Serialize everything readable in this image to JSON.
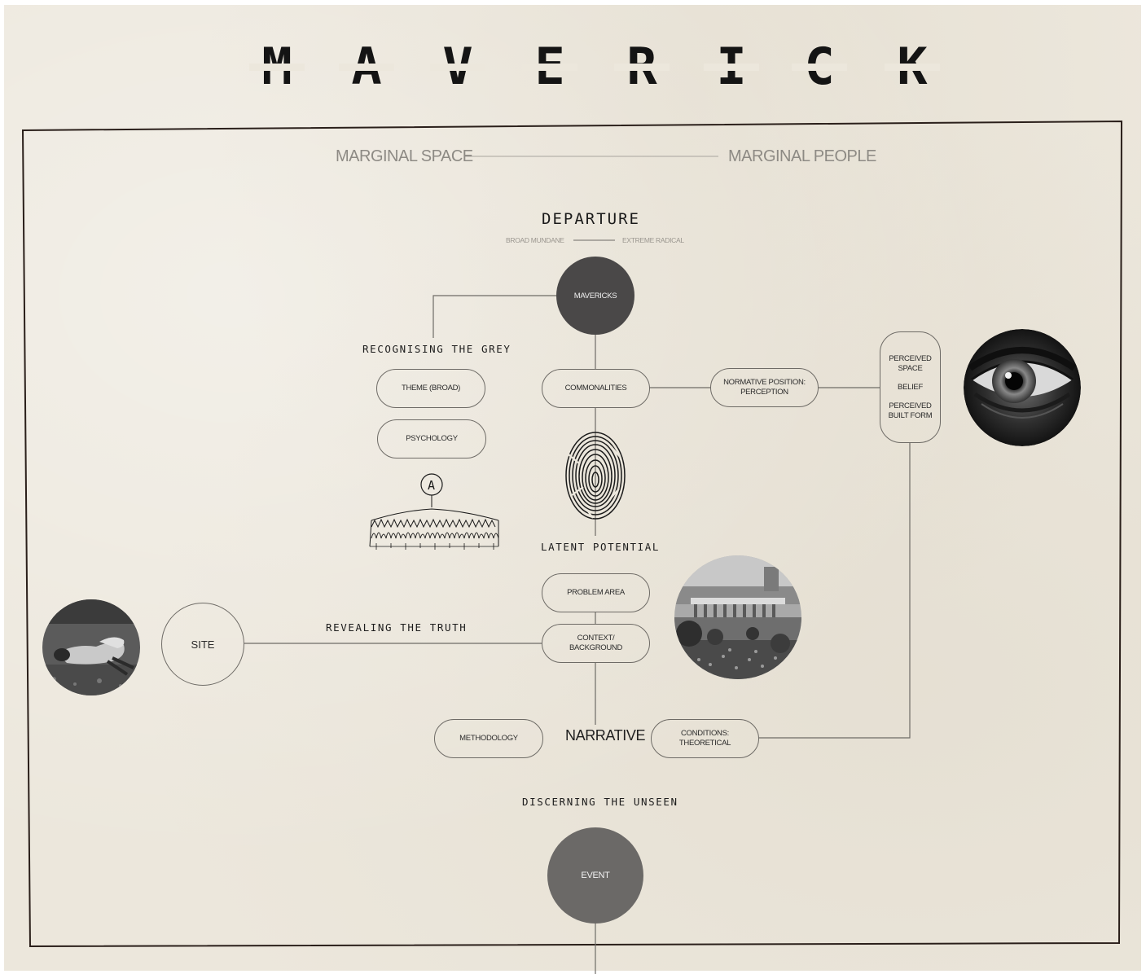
{
  "title": {
    "letters": [
      "M",
      "A",
      "V",
      "E",
      "R",
      "I",
      "C",
      "K"
    ]
  },
  "header": {
    "left": "MARGINAL SPACE",
    "right": "MARGINAL PEOPLE"
  },
  "departure": {
    "title": "DEPARTURE",
    "scale_left": "BROAD MUNDANE",
    "scale_right": "EXTREME RADICAL"
  },
  "nodes": {
    "mavericks": "MAVERICKS",
    "recognising": "RECOGNISING THE GREY",
    "theme": "THEME (BROAD)",
    "psychology": "PSYCHOLOGY",
    "commonalities": "COMMONALITIES",
    "normative": "NORMATIVE POSITION:\nPERCEPTION",
    "perceived_space": "PERCEIVED\nSPACE",
    "belief": "BELIEF",
    "perceived_built": "PERCEIVED\nBUILT FORM",
    "latent": "LATENT POTENTIAL",
    "problem_area": "PROBLEM AREA",
    "context": "CONTEXT/\nBACKGROUND",
    "site": "SITE",
    "revealing": "REVEALING THE TRUTH",
    "methodology": "METHODOLOGY",
    "narrative": "NARRATIVE",
    "conditions": "CONDITIONS:\nTHEORETICAL",
    "discerning": "DISCERNING THE UNSEEN",
    "event": "EVENT",
    "sketch_letter": "A"
  },
  "colors": {
    "paper": "#ece7dc",
    "ink": "#1a1a1a",
    "line": "#6e6b66",
    "mavericks_fill": "#4a4848",
    "event_fill": "#6b6967"
  },
  "icons": {
    "fingerprint": "fingerprint-icon",
    "eye": "eye-photo",
    "person": "person-lying-photo",
    "crowd": "crowd-photo",
    "sketch": "crowd-sketch"
  }
}
